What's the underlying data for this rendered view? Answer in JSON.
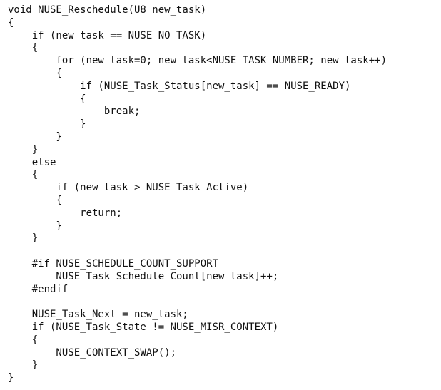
{
  "code": {
    "lines": [
      "void NUSE_Reschedule(U8 new_task)",
      "{",
      "    if (new_task == NUSE_NO_TASK)",
      "    {",
      "        for (new_task=0; new_task<NUSE_TASK_NUMBER; new_task++)",
      "        {",
      "            if (NUSE_Task_Status[new_task] == NUSE_READY)",
      "            {",
      "                break;",
      "            }",
      "        }",
      "    }",
      "    else",
      "    {",
      "        if (new_task > NUSE_Task_Active)",
      "        {",
      "            return;",
      "        }",
      "    }",
      "",
      "    #if NUSE_SCHEDULE_COUNT_SUPPORT",
      "        NUSE_Task_Schedule_Count[new_task]++;",
      "    #endif",
      "",
      "    NUSE_Task_Next = new_task;",
      "    if (NUSE_Task_State != NUSE_MISR_CONTEXT)",
      "    {",
      "        NUSE_CONTEXT_SWAP();",
      "    }",
      "}"
    ]
  },
  "colors": {
    "background": "#ffffff",
    "text": "#111111"
  }
}
